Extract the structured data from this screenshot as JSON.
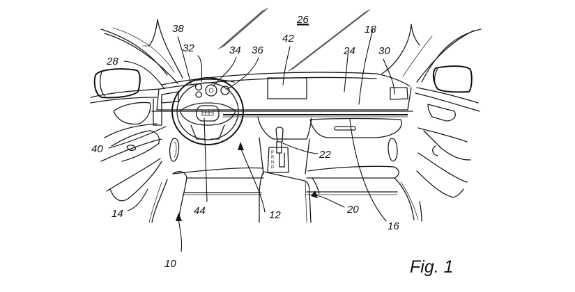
{
  "figure": {
    "caption": "Fig. 1",
    "subject": "Vehicle interior patent drawing",
    "gear_indicator": [
      "P",
      "R",
      "N",
      "D"
    ],
    "reference_numerals": {
      "n10": "10",
      "n12": "12",
      "n14": "14",
      "n16": "16",
      "n18": "18",
      "n20": "20",
      "n22": "22",
      "n24": "24",
      "n26": "26",
      "n28": "28",
      "n30": "30",
      "n32": "32",
      "n34": "34",
      "n36": "36",
      "n38": "38",
      "n40": "40",
      "n42": "42",
      "n44": "44"
    }
  }
}
